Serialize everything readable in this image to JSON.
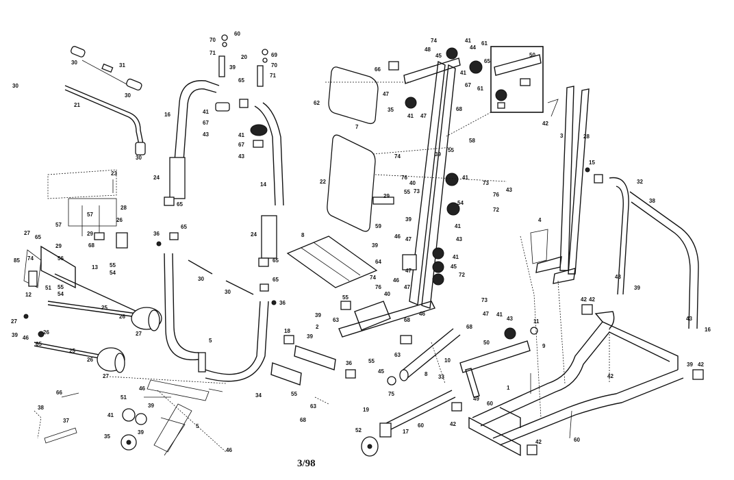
{
  "diagram": {
    "date_code": "3/98",
    "callouts": [
      "30",
      "21",
      "31",
      "30",
      "30",
      "23",
      "28",
      "26",
      "57",
      "57",
      "27",
      "65",
      "29",
      "68",
      "29",
      "74",
      "85",
      "56",
      "13",
      "55",
      "54",
      "51",
      "54",
      "55",
      "12",
      "25",
      "26",
      "27",
      "27",
      "39",
      "46",
      "26",
      "65",
      "25",
      "26",
      "27",
      "66",
      "38",
      "37",
      "30",
      "70",
      "60",
      "71",
      "20",
      "69",
      "70",
      "71",
      "39",
      "65",
      "16",
      "41",
      "67",
      "43",
      "41",
      "67",
      "43",
      "24",
      "65",
      "14",
      "24",
      "65",
      "36",
      "65",
      "30",
      "30",
      "65",
      "36",
      "5",
      "51",
      "46",
      "39",
      "41",
      "5",
      "35",
      "39",
      "46",
      "62",
      "7",
      "66",
      "48",
      "45",
      "74",
      "41",
      "44",
      "61",
      "65",
      "47",
      "41",
      "35",
      "41",
      "47",
      "67",
      "61",
      "68",
      "55",
      "58",
      "22",
      "74",
      "39",
      "76",
      "40",
      "73",
      "41",
      "73",
      "43",
      "29",
      "55",
      "76",
      "72",
      "59",
      "39",
      "54",
      "41",
      "43",
      "8",
      "39",
      "46",
      "47",
      "41",
      "64",
      "47",
      "74",
      "46",
      "76",
      "40",
      "47",
      "45",
      "73",
      "46",
      "72",
      "68",
      "55",
      "39",
      "63",
      "2",
      "68",
      "18",
      "39",
      "55",
      "63",
      "45",
      "34",
      "55",
      "63",
      "68",
      "36",
      "47",
      "41",
      "43",
      "9",
      "11",
      "50",
      "10",
      "8",
      "75",
      "33",
      "49",
      "60",
      "1",
      "42",
      "42",
      "42",
      "42",
      "42",
      "42",
      "39",
      "43",
      "39",
      "43",
      "16",
      "15",
      "32",
      "38",
      "4",
      "3",
      "28",
      "42",
      "50",
      "19",
      "52",
      "17",
      "60",
      "60"
    ]
  }
}
